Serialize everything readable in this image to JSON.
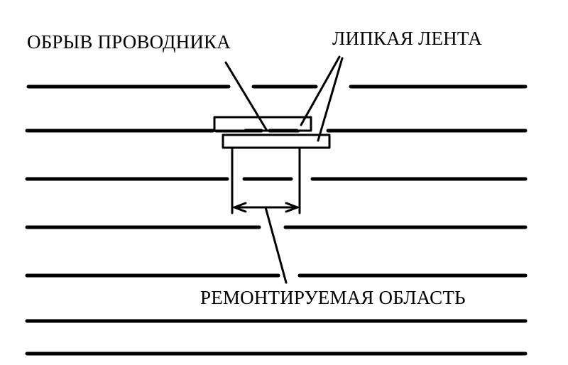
{
  "labels": {
    "conductor_break": "ОБРЫВ ПРОВОДНИКА",
    "adhesive_tape": "ЛИПКАЯ ЛЕНТА",
    "repair_area": "РЕМОНТИРУЕМАЯ ОБЛАСТЬ"
  },
  "colors": {
    "ink": "#000000",
    "background": "#ffffff"
  }
}
